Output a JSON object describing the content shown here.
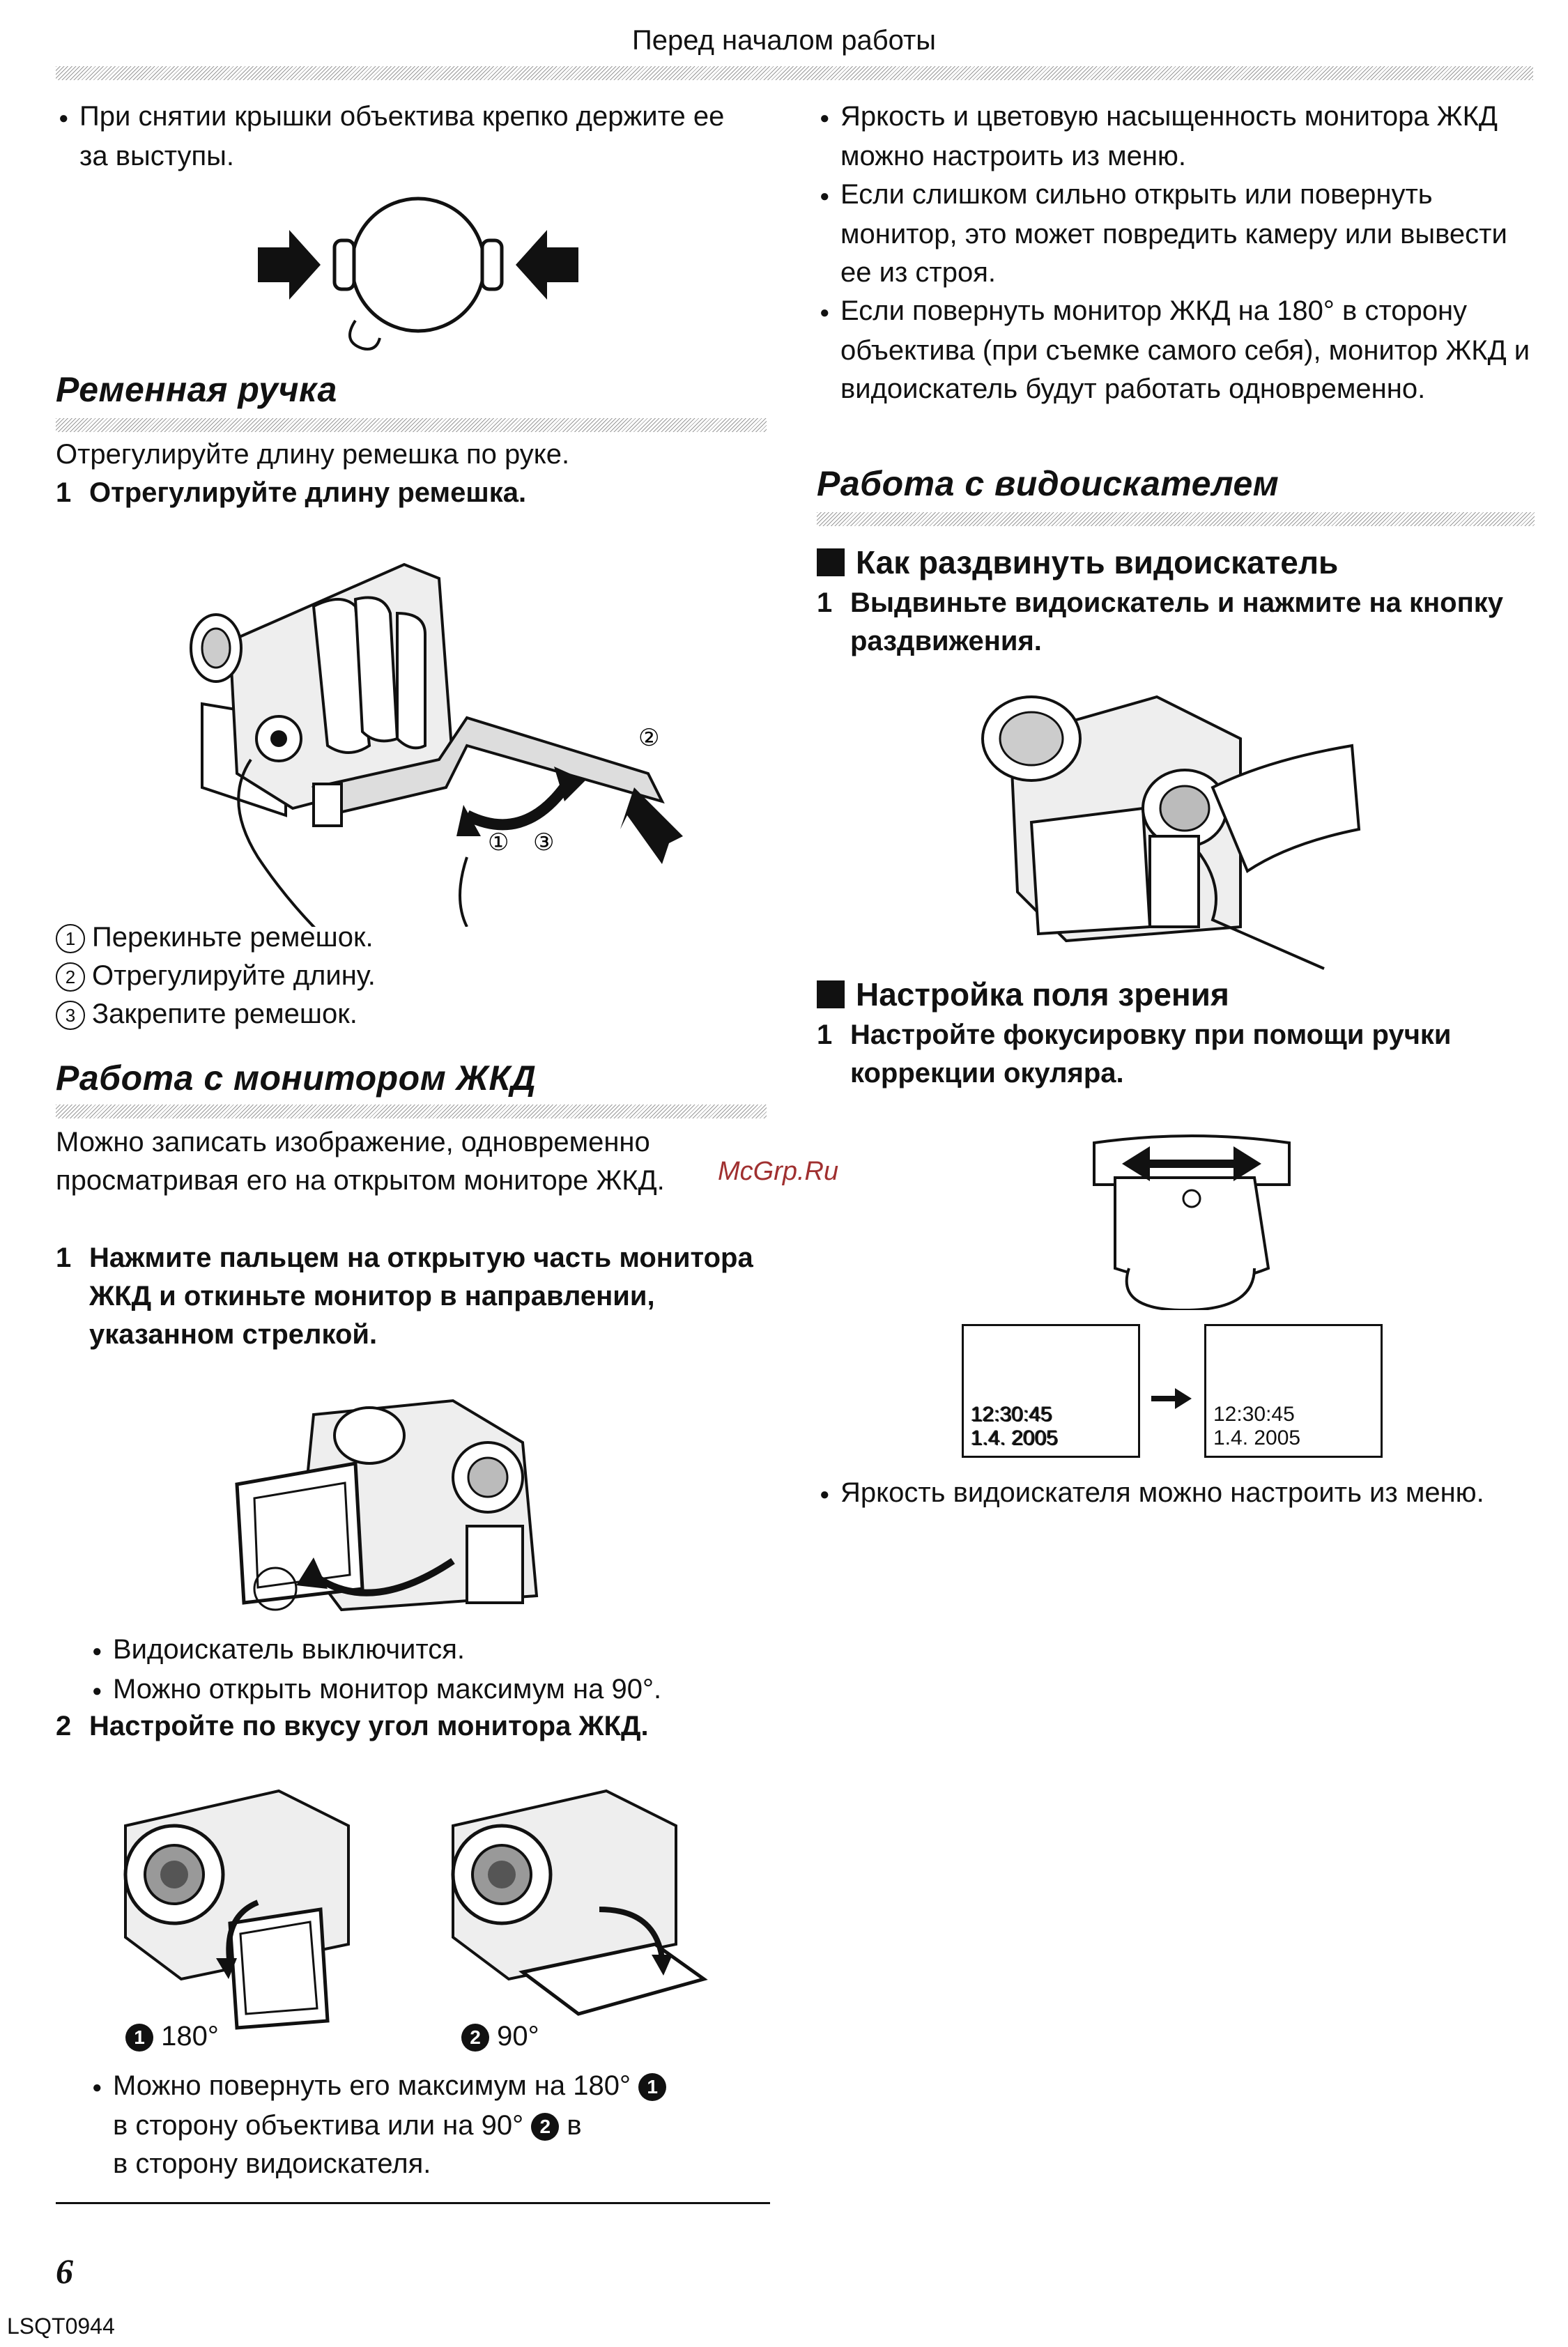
{
  "header": {
    "title": "Перед началом работы"
  },
  "left": {
    "lens_cap_note": "При снятии крышки объектива крепко держите ее за выступы.",
    "strap": {
      "heading": "Ременная ручка",
      "intro": "Отрегулируйте длину ремешка по руке.",
      "step1_num": "1",
      "step1": "Отрегулируйте длину ремешка.",
      "callout_1": "①",
      "callout_2": "②",
      "callout_3": "③",
      "notes": [
        {
          "num": "1",
          "text": "Перекиньте ремешок."
        },
        {
          "num": "2",
          "text": "Отрегулируйте длину."
        },
        {
          "num": "3",
          "text": "Закрепите ремешок."
        }
      ]
    },
    "lcd": {
      "heading": "Работа с монитором ЖКД",
      "intro": "Можно записать изображение, одновременно просматривая его на открытом мониторе ЖКД.",
      "step1_num": "1",
      "step1": "Нажмите пальцем на открытую часть монитора ЖКД и откиньте монитор в направлении, указанном стрелкой.",
      "bullets1": [
        "Видоискатель выключится.",
        "Можно открыть монитор максимум на 90°."
      ],
      "step2_num": "2",
      "step2": "Настройте по вкусу угол монитора ЖКД.",
      "cap1_num": "1",
      "cap1": "180°",
      "cap2_num": "2",
      "cap2": "90°",
      "rot_a": "Можно повернуть его максимум на 180°",
      "rot_b": "в сторону объектива или на 90°",
      "rot_c": "в сторону видоискателя."
    },
    "page_number": "6",
    "doc_code": "LSQT0944"
  },
  "right": {
    "bullets": [
      "Яркость и цветовую насыщенность монитора ЖКД можно настроить из меню.",
      "Если слишком сильно открыть или повернуть монитор, это может повредить камеру или вывести ее из строя.",
      "Если повернуть монитор ЖКД на 180° в сторону объектива (при съемке самого себя), монитор ЖКД и видоискатель будут работать одновременно."
    ],
    "vf": {
      "heading": "Работа с видоискателем",
      "sub1": "Как раздвинуть видоискатель",
      "sub1_step_num": "1",
      "sub1_step": "Выдвиньте видоискатель и нажмите на кнопку раздвижения.",
      "sub2": "Настройка поля зрения",
      "sub2_step_num": "1",
      "sub2_step": "Настройте фокусировку при помощи ручки коррекции окуляра.",
      "screen_time": "12:30:45",
      "screen_date": "1.4. 2005",
      "bullet": "Яркость видоискателя можно настроить из меню."
    }
  },
  "watermark": "McGrp.Ru"
}
